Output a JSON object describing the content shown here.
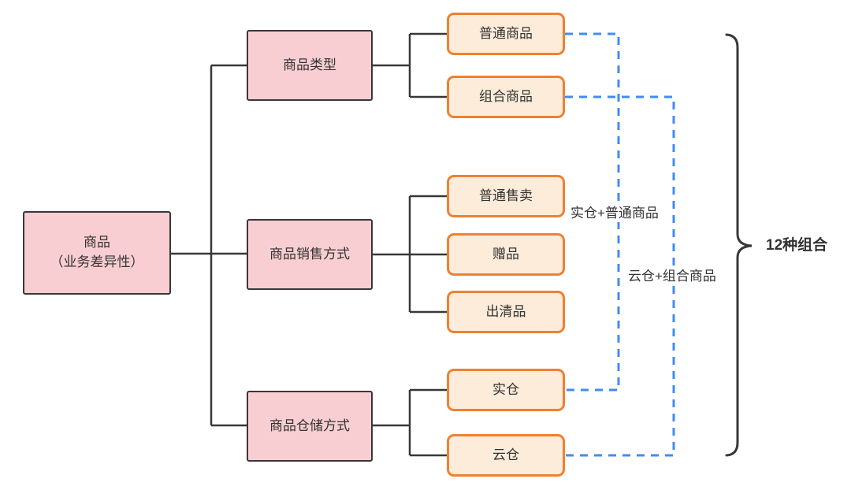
{
  "diagram": {
    "root": {
      "line1": "商品",
      "line2": "（业务差异性）"
    },
    "branches": [
      {
        "label": "商品类型",
        "children": [
          {
            "label": "普通商品"
          },
          {
            "label": "组合商品"
          }
        ]
      },
      {
        "label": "商品销售方式",
        "children": [
          {
            "label": "普通售卖"
          },
          {
            "label": "赠品"
          },
          {
            "label": "出清品"
          }
        ]
      },
      {
        "label": "商品仓储方式",
        "children": [
          {
            "label": "实仓"
          },
          {
            "label": "云仓"
          }
        ]
      }
    ],
    "combo_annotations": [
      {
        "label": "实仓+普通商品"
      },
      {
        "label": "云仓+组合商品"
      }
    ],
    "summary": {
      "label": "12种组合"
    },
    "colors": {
      "category_fill": "#f9ced2",
      "category_border": "#383838",
      "leaf_fill": "#fcecd9",
      "leaf_border": "#ee8132",
      "connector": "#383838",
      "combo_line": "#3f8cf3",
      "text": "#333333"
    }
  }
}
